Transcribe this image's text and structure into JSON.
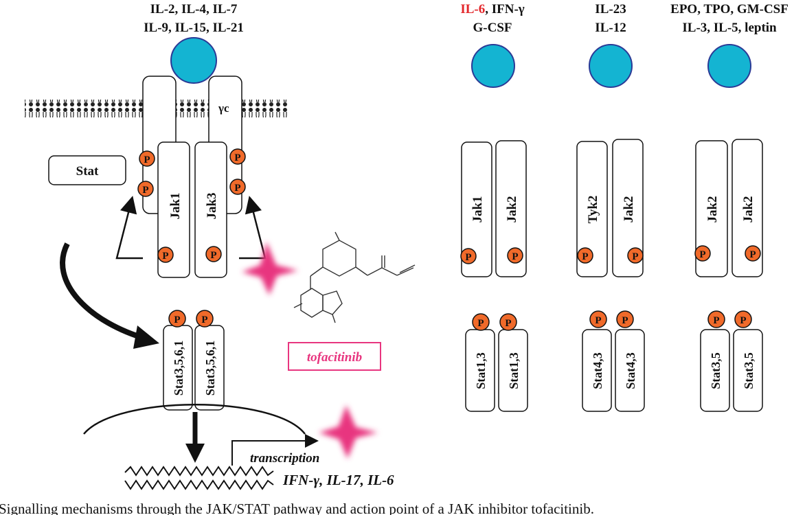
{
  "colors": {
    "cytokine": "#14b4d2",
    "cytokine_stroke": "#2a3a96",
    "phospho": "#f06a2a",
    "inhibitor": "#e8357f",
    "highlight": "#e3262a"
  },
  "groups": {
    "g1": {
      "line1": "IL-2, IL-4, IL-7",
      "line2": "IL-9, IL-15, IL-21"
    },
    "g2": {
      "highlight": "IL-6",
      "line1_rest": ", IFN-γ",
      "line2": "G-CSF"
    },
    "g3": {
      "line1": "IL-23",
      "line2": "IL-12"
    },
    "g4": {
      "line1": "EPO, TPO, GM-CSF",
      "line2": "IL-3, IL-5, leptin"
    }
  },
  "receptor": {
    "gamma_chain": "γc",
    "stat_box": "Stat"
  },
  "phospho_label": "P",
  "jaks": {
    "g1": [
      "Jak1",
      "Jak3"
    ],
    "g2": [
      "Jak1",
      "Jak2"
    ],
    "g3": [
      "Tyk2",
      "Jak2"
    ],
    "g4": [
      "Jak2",
      "Jak2"
    ]
  },
  "stats": {
    "g1": [
      "Stat3,5,6,1",
      "Stat3,5,6,1"
    ],
    "g2": [
      "Stat1,3",
      "Stat1,3"
    ],
    "g3": [
      "Stat4,3",
      "Stat4,3"
    ],
    "g4": [
      "Stat3,5",
      "Stat3,5"
    ]
  },
  "drug": {
    "name": "tofacitinib"
  },
  "nucleus": {
    "transcription": "transcription",
    "genes": "IFN-γ, IL-17, IL-6"
  },
  "caption": "Signalling mechanisms through the JAK/STAT pathway and action point of a JAK inhibitor tofacitinib."
}
